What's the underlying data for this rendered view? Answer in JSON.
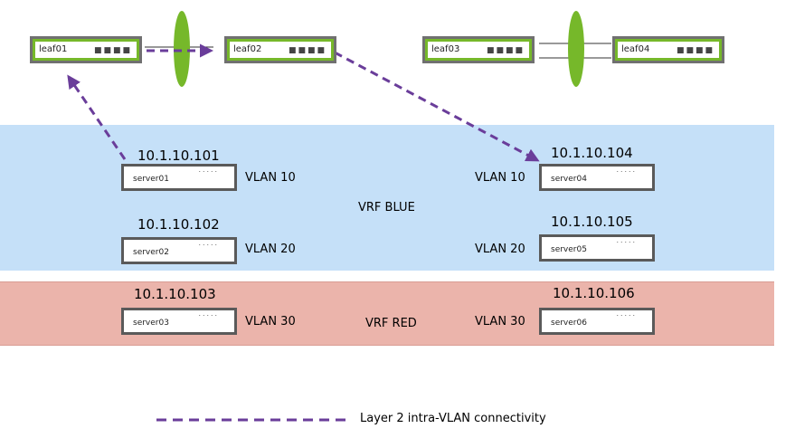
{
  "leaves": [
    {
      "name": "leaf01",
      "ports": "■■■■"
    },
    {
      "name": "leaf02",
      "ports": "■■■■"
    },
    {
      "name": "leaf03",
      "ports": "■■■■"
    },
    {
      "name": "leaf04",
      "ports": "■■■■"
    }
  ],
  "servers": [
    {
      "name": "server01",
      "ip": "10.1.10.101",
      "vlan": "VLAN 10",
      "ports": "˙˙˙˙˙"
    },
    {
      "name": "server02",
      "ip": "10.1.10.102",
      "vlan": "VLAN 20",
      "ports": "˙˙˙˙˙"
    },
    {
      "name": "server03",
      "ip": "10.1.10.103",
      "vlan": "VLAN 30",
      "ports": "˙˙˙˙˙"
    },
    {
      "name": "server04",
      "ip": "10.1.10.104",
      "vlan": "VLAN 10",
      "ports": "˙˙˙˙˙"
    },
    {
      "name": "server05",
      "ip": "10.1.10.105",
      "vlan": "VLAN 20",
      "ports": "˙˙˙˙˙"
    },
    {
      "name": "server06",
      "ip": "10.1.10.106",
      "vlan": "VLAN 30",
      "ports": "˙˙˙˙˙"
    }
  ],
  "vrfs": {
    "blue": "VRF BLUE",
    "red": "VRF RED"
  },
  "legend": {
    "label": "Layer 2 intra-VLAN connectivity"
  },
  "colors": {
    "leaf_green": "#76b82a",
    "box_border": "#5a5a5a",
    "vrf_blue": "#c5e0f8",
    "vrf_red": "#ebb4ab",
    "link_purple": "#6a3d9a"
  }
}
